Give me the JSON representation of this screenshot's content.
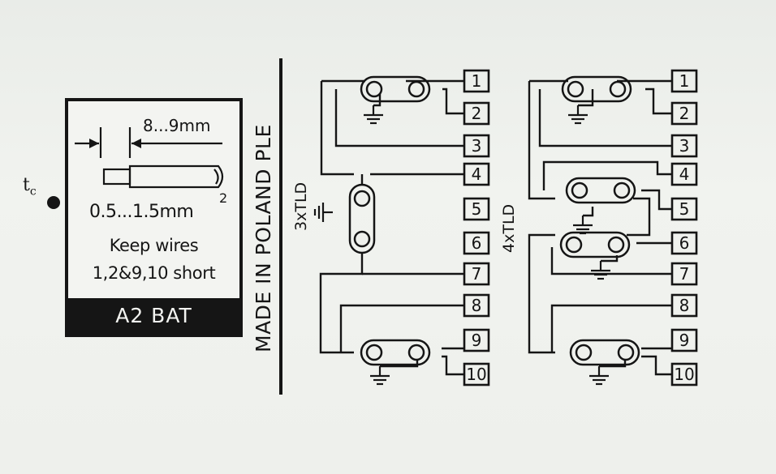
{
  "tc_marker": {
    "letter": "t",
    "sub": "c"
  },
  "spec": {
    "strip_length": "8...9mm",
    "wire_section": "0.5...1.5mm",
    "wire_section_sup": "2",
    "note_line1": "Keep wires",
    "note_line2": "1,2&9,10 short",
    "model": "A2 BAT"
  },
  "made_in": "MADE IN POLAND PLE",
  "diagrams": {
    "three": {
      "label": "3xTLD",
      "terminals": [
        "1",
        "2",
        "3",
        "4",
        "5",
        "6",
        "7",
        "8",
        "9",
        "10"
      ]
    },
    "four": {
      "label": "4xTLD",
      "terminals": [
        "1",
        "2",
        "3",
        "4",
        "5",
        "6",
        "7",
        "8",
        "9",
        "10"
      ]
    }
  },
  "colors": {
    "ink": "#151515",
    "paper": "#eef0ec"
  }
}
